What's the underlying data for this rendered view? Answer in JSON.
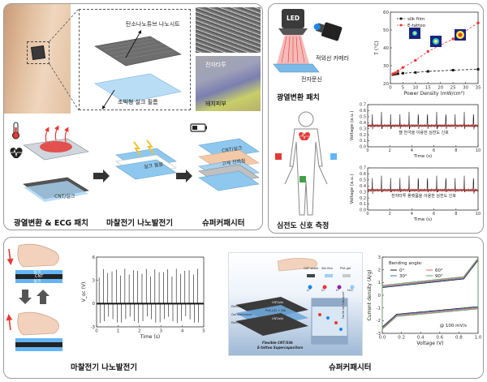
{
  "panel_a": {
    "label_cnt_sheet": "탄소나노튜브 나노시트",
    "label_silk_film": "초박형 실크 필름",
    "label_etattoo": "전자타투",
    "label_pigskin": "돼지피부",
    "label_cnt_silk": "CNT/실크",
    "label_cnt_silk_2": "CNT/실크",
    "label_silk_film_2": "실크 필름",
    "label_cnt_silk_3": "CNT/실크",
    "label_gel": "고체 전해질",
    "caption_photothermal_ecg": "광열변환 & ECG 패치",
    "caption_teng": "마찰전기 나노발전기",
    "caption_supercap": "슈퍼커패시터"
  },
  "panel_b": {
    "led_label": "LED",
    "ir_camera_label": "적외선 카메라",
    "etattoo_label": "전자문신",
    "caption_photothermal": "광열변환 패치",
    "caption_ecg_measure": "심전도 신호 측정",
    "ecg1_label": "젤 전극을 이용한 심전도 신호",
    "ecg2_label": "전자타투 플랫폼을 이용한 심전도 신호"
  },
  "panel_c": {
    "finger_layer_silk1": "실크",
    "finger_layer_cnt": "CNT",
    "finger_layer_silk2": "실크",
    "caption_teng": "마찰전기 나노발전기",
    "caption_supercap": "슈퍼커패시터",
    "schematic_labels": {
      "cnt_sheet": "CNT sheet",
      "silk_film": "Silk film",
      "pva_gel": "PVA gel",
      "li": "Li⁺",
      "cl": "Cl⁻",
      "h": "H⁺",
      "h2o": "H₂O",
      "electrode": "Electrode",
      "gel_electrolyte": "Gel electrolyte",
      "electrode2": "Electrode",
      "cnt_silk": "CNT/silk",
      "pva_licl": "PVA-LiCl + SiA",
      "cnt_silk2": "CNT/silk",
      "fast_ion": "Facile ion transport",
      "title1": "Flexible CNT/Silk",
      "title2": "E-tattoo Supercapacitors"
    }
  },
  "chart_data": [
    {
      "type": "scatter",
      "xlabel": "Power Density (mW/cm²)",
      "ylabel": "T (°C)",
      "xlim": [
        0,
        35
      ],
      "ylim": [
        20,
        60
      ],
      "xticks": [
        0,
        5,
        10,
        15,
        20,
        25,
        30,
        35
      ],
      "yticks": [
        20,
        30,
        40,
        50,
        60
      ],
      "legend_position": "top-left",
      "series": [
        {
          "name": "silk film",
          "color": "#111111",
          "x": [
            1,
            2,
            3,
            5,
            10,
            15,
            25,
            35
          ],
          "y": [
            25,
            25.3,
            25.5,
            25.8,
            26.2,
            26.8,
            27.5,
            28
          ]
        },
        {
          "name": "E-tattoo",
          "color": "#e53935",
          "x": [
            1,
            2,
            3,
            5,
            10,
            15,
            25,
            35
          ],
          "y": [
            25.5,
            26,
            27,
            29,
            33,
            38,
            45,
            54
          ]
        }
      ]
    },
    {
      "type": "line",
      "xlabel": "Time (s)",
      "ylabel": "Voltage (a.u.)",
      "xlim": [
        0,
        10
      ],
      "ylim": [
        0.0,
        0.7
      ],
      "xticks": [
        0,
        2,
        4,
        6,
        8,
        10
      ],
      "yticks": [
        0.0,
        0.1,
        0.2,
        0.3,
        0.4,
        0.5,
        0.6,
        0.7
      ],
      "annotation": "젤 전극을 이용한 심전도 신호",
      "series": [
        {
          "baseline": 0.35,
          "peak": 0.58,
          "beats_per_10s": 12
        }
      ]
    },
    {
      "type": "line",
      "xlabel": "Time (s)",
      "ylabel": "Voltage (a.u.)",
      "xlim": [
        0,
        10
      ],
      "ylim": [
        0.0,
        0.7
      ],
      "xticks": [
        0,
        2,
        4,
        6,
        8,
        10
      ],
      "yticks": [
        0.0,
        0.1,
        0.2,
        0.3,
        0.4,
        0.5,
        0.6,
        0.7
      ],
      "annotation": "전자타투 플랫폼을 이용한 심전도 신호",
      "series": [
        {
          "baseline": 0.33,
          "peak": 0.57,
          "beats_per_10s": 12
        }
      ]
    },
    {
      "type": "line",
      "xlabel": "Time (s)",
      "ylabel": "V_oc (V)",
      "xlim": [
        0,
        5
      ],
      "ylim": [
        -3,
        6
      ],
      "xticks": [
        0,
        1,
        2,
        3,
        4,
        5
      ],
      "yticks": [
        -3,
        0,
        3,
        6
      ],
      "series": [
        {
          "pulses": 24,
          "positive_peak": 4.5,
          "negative_peak": -2.5
        }
      ]
    },
    {
      "type": "line",
      "xlabel": "Voltage (V)",
      "ylabel": "Current density (A/g)",
      "xlim": [
        0.0,
        1.0
      ],
      "ylim": [
        -3,
        3
      ],
      "xticks": [
        0.0,
        0.2,
        0.4,
        0.6,
        0.8,
        1.0
      ],
      "yticks": [
        -3,
        -2,
        -1,
        0,
        1,
        2,
        3
      ],
      "legend_title": "Bending angle:",
      "annotation": "@ 100 mV/s",
      "series": [
        {
          "name": "0°",
          "color": "#1a1a1a"
        },
        {
          "name": "30°",
          "color": "#3f6fb5"
        },
        {
          "name": "60°",
          "color": "#e06666"
        },
        {
          "name": "90°",
          "color": "#5aa36b"
        }
      ]
    }
  ],
  "colors": {
    "accent_red": "#e53935",
    "panel_border": "#9a9a9a",
    "silk_blue": "#8fc8ee",
    "cnt_gray": "#777777"
  }
}
